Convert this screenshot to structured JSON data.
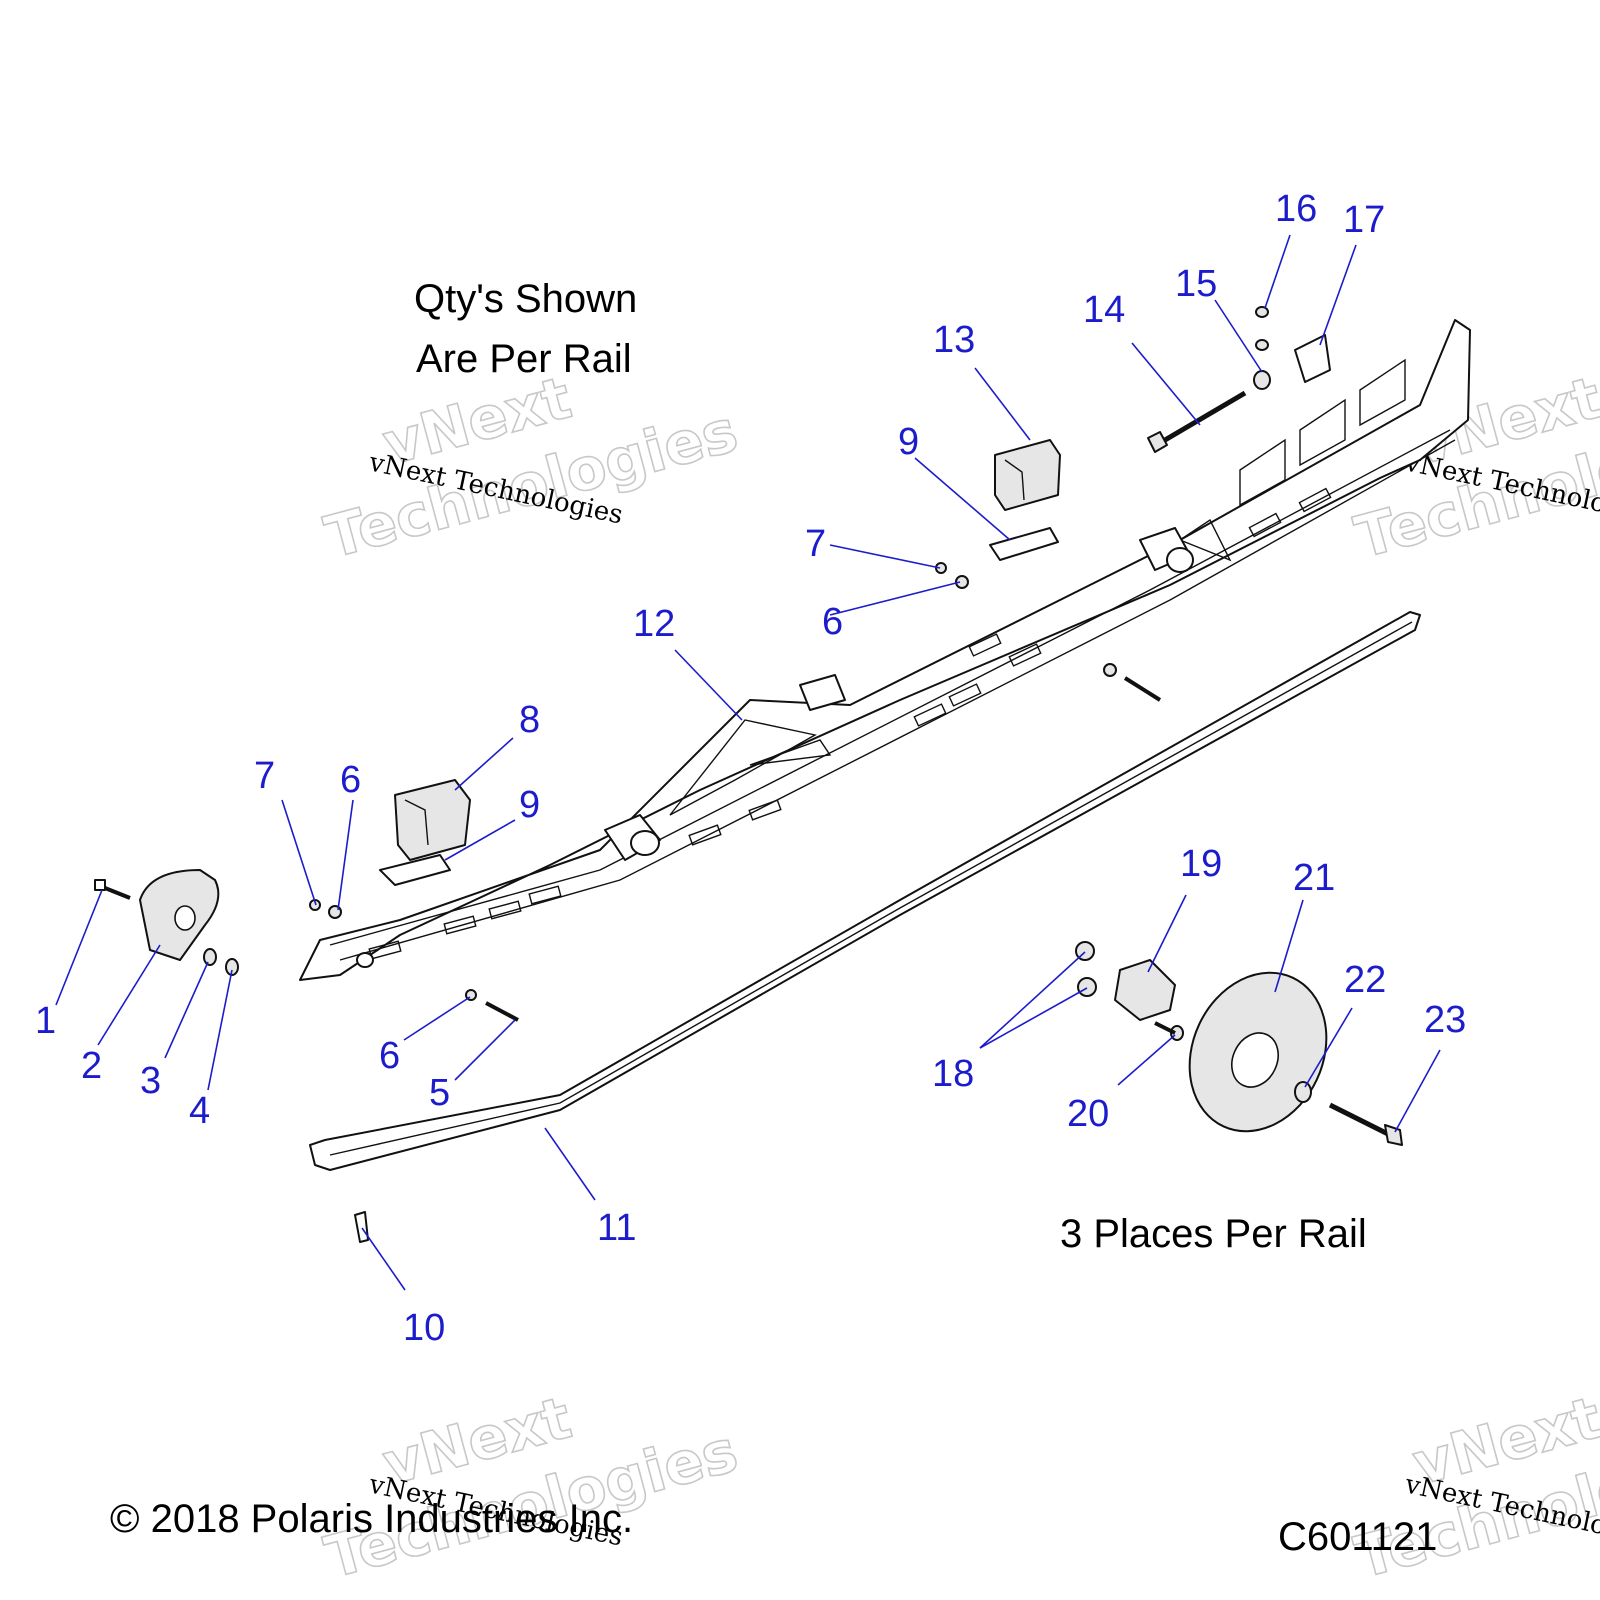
{
  "notes": {
    "qty_line1": "Qty's Shown",
    "qty_line2": "Are Per Rail",
    "places": "3 Places Per Rail",
    "copyright": "© 2018 Polaris Industries Inc.",
    "drawing_number": "C601121"
  },
  "watermark": {
    "big_top": "vNext",
    "big_bottom": "Technologies",
    "small": "vNext Technologies"
  },
  "callouts": {
    "c1": "1",
    "c2": "2",
    "c3": "3",
    "c4": "4",
    "c5": "5",
    "c6a": "6",
    "c6b": "6",
    "c6c": "6",
    "c7a": "7",
    "c7b": "7",
    "c8": "8",
    "c9a": "9",
    "c9b": "9",
    "c10": "10",
    "c11": "11",
    "c12": "12",
    "c13": "13",
    "c14": "14",
    "c15": "15",
    "c16": "16",
    "c17": "17",
    "c18": "18",
    "c19": "19",
    "c20": "20",
    "c21": "21",
    "c22": "22",
    "c23": "23"
  },
  "colors": {
    "callout": "#1c1ccc",
    "line": "#111111",
    "watermark": "#c8c8c8"
  }
}
